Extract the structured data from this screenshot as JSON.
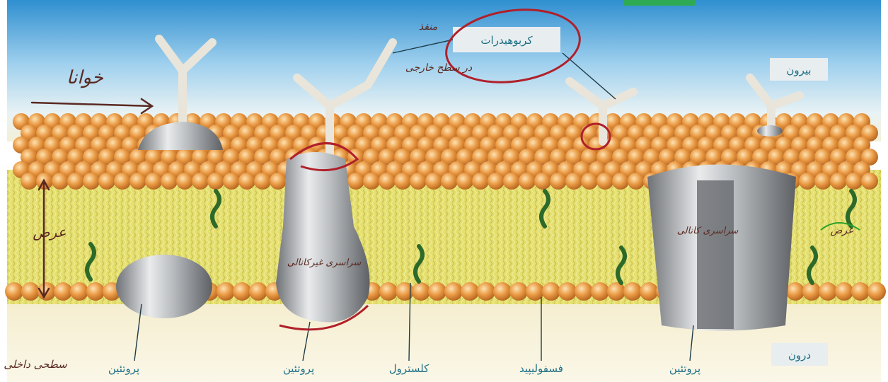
{
  "labels": {
    "outside": "بیرون",
    "inside": "درون",
    "carbohydrates": "کربوهیدرات",
    "protein_left": "پروتئین",
    "protein_mid": "پروتئین",
    "protein_right": "پروتئین",
    "cholesterol": "کلسترول",
    "phospholipid": "فسفولیپید"
  },
  "annotations": {
    "top_left": "خوانا",
    "middle_left": "عرض",
    "bottom_left": "سطحی داخلی",
    "center_protein": "سراسری غیرکانالی",
    "right_protein": "سراسری کانالی",
    "carb_note_1": "منفذ",
    "carb_note_2": "در سطح خارجی",
    "far_right": "عرض"
  },
  "colors": {
    "membrane_core": "#e4df6e",
    "lipid_head": "#e89a3c",
    "protein": "#a9acb0",
    "cholesterol": "#2d6a2a",
    "label_text": "#1f6f86",
    "label_box": "#e8eef0",
    "handwriting": "#5a2a22",
    "red_mark": "#b0202a",
    "green_mark": "#2aa02a"
  }
}
